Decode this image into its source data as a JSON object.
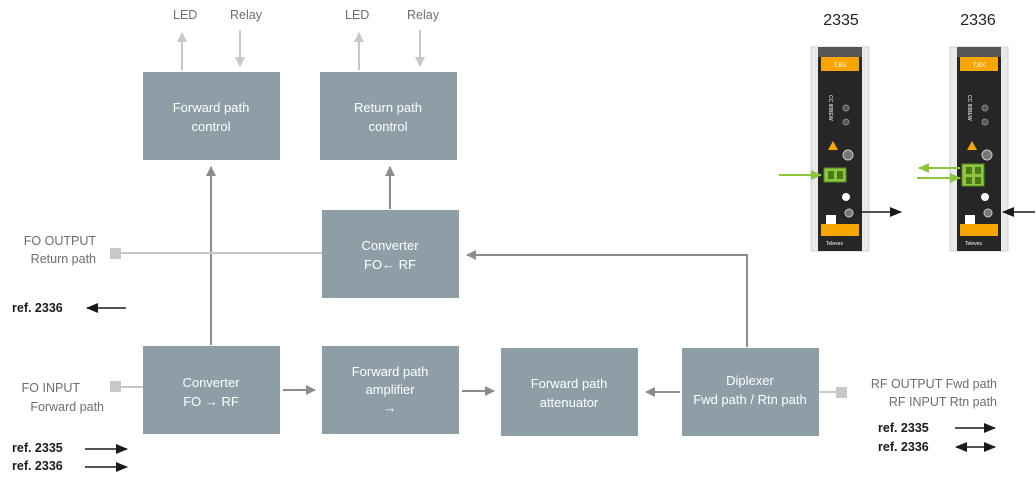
{
  "top_labels": {
    "led_1": "LED",
    "relay_1": "Relay",
    "led_2": "LED",
    "relay_2": "Relay"
  },
  "blocks": {
    "forward_control": [
      "Forward path",
      "control"
    ],
    "return_control": [
      "Return path",
      "control"
    ],
    "converter_return": [
      "Converter",
      "FO← RF"
    ],
    "converter_forward": [
      "Converter",
      "FO → RF"
    ],
    "amplifier": [
      "Forward path",
      "amplifier",
      "→"
    ],
    "attenuator": [
      "Forward path",
      "attenuator"
    ],
    "diplexer": [
      "Diplexer",
      "Fwd path / Rtn path"
    ]
  },
  "ports": {
    "fo_output": [
      "FO OUTPUT",
      "Return path"
    ],
    "fo_input": [
      "FO INPUT",
      "Forward path"
    ],
    "rf_io": [
      "RF OUTPUT Fwd path",
      "RF INPUT Rtn path"
    ]
  },
  "refs": {
    "fo_output_ref": "ref. 2336",
    "fo_input_ref_1": "ref. 2335",
    "fo_input_ref_2": "ref. 2336",
    "rf_ref_1": "ref. 2335",
    "rf_ref_2": "ref. 2336"
  },
  "products": {
    "model_1": "2335",
    "model_2": "2336",
    "brand": "Televes",
    "device_text": "CC 80BEW",
    "badge": "T.BX",
    "colors": {
      "module_body": "#222222",
      "module_accent": "#f7a600",
      "connector": "#8cc63f"
    }
  },
  "colors": {
    "block_fill": "#8d9ea6",
    "flow_line": "#8c8c8c",
    "port_line": "#c6c8c9"
  }
}
